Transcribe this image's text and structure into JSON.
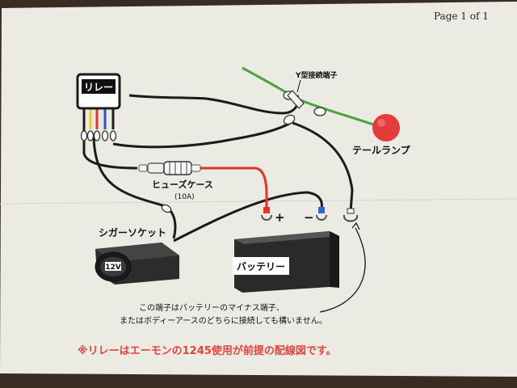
{
  "page": {
    "page_number": "Page 1 of 1"
  },
  "labels": {
    "relay": "リレー",
    "y_connector": "Y型接続端子",
    "tail_lamp": "テールランプ",
    "fuse_case": "ヒューズケース",
    "fuse_rating": "(10A)",
    "cigar_socket": "シガーソケット",
    "socket_voltage": "12V",
    "battery": "バッテリー",
    "plus": "+",
    "minus": "−"
  },
  "note": {
    "line1": "この端子はバッテリーのマイナス端子、",
    "line2": "またはボディーアースのどちらに接続しても構いません。"
  },
  "footer": {
    "text": "※リレーはエーモンの1245使用が前提の配線図です。"
  },
  "colors": {
    "paper": "#ecebe3",
    "wire_black": "#1b1b1b",
    "wire_red": "#e0332a",
    "wire_green": "#4aa43c",
    "wire_yellow": "#e3c93a",
    "wire_blue": "#2b52c6",
    "lamp": "#e63b3b",
    "footer_text": "#e8423d",
    "terminal_blue": "#3463d6"
  }
}
